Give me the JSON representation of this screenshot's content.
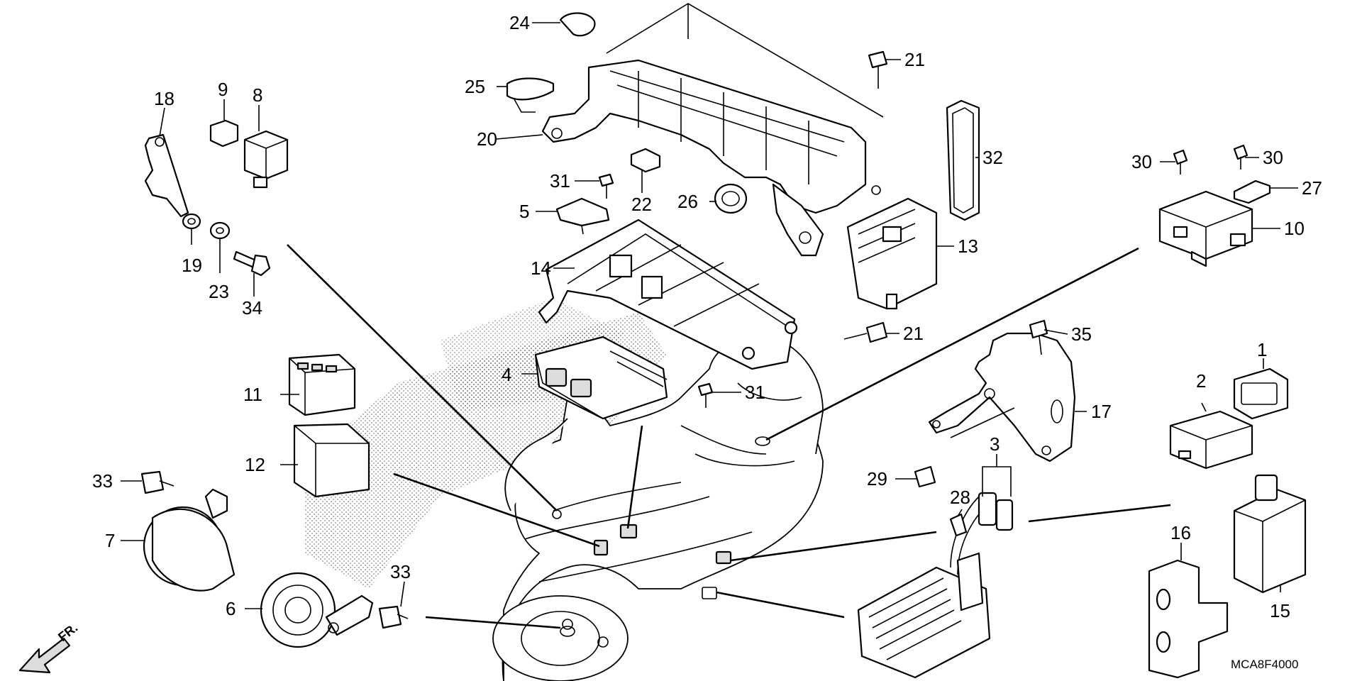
{
  "diagram": {
    "code": "MCA8F4000",
    "front_arrow_label": "FR.",
    "callouts": [
      {
        "id": "c1",
        "text": "1"
      },
      {
        "id": "c2",
        "text": "2"
      },
      {
        "id": "c3",
        "text": "3"
      },
      {
        "id": "c4",
        "text": "4"
      },
      {
        "id": "c5",
        "text": "5"
      },
      {
        "id": "c6",
        "text": "6"
      },
      {
        "id": "c7",
        "text": "7"
      },
      {
        "id": "c8",
        "text": "8"
      },
      {
        "id": "c9",
        "text": "9"
      },
      {
        "id": "c10",
        "text": "10"
      },
      {
        "id": "c11",
        "text": "11"
      },
      {
        "id": "c12",
        "text": "12"
      },
      {
        "id": "c13",
        "text": "13"
      },
      {
        "id": "c14",
        "text": "14"
      },
      {
        "id": "c15",
        "text": "15"
      },
      {
        "id": "c16",
        "text": "16"
      },
      {
        "id": "c17",
        "text": "17"
      },
      {
        "id": "c18",
        "text": "18"
      },
      {
        "id": "c19",
        "text": "19"
      },
      {
        "id": "c20",
        "text": "20"
      },
      {
        "id": "c21a",
        "text": "21"
      },
      {
        "id": "c21b",
        "text": "21"
      },
      {
        "id": "c22",
        "text": "22"
      },
      {
        "id": "c23",
        "text": "23"
      },
      {
        "id": "c24",
        "text": "24"
      },
      {
        "id": "c25",
        "text": "25"
      },
      {
        "id": "c26",
        "text": "26"
      },
      {
        "id": "c27",
        "text": "27"
      },
      {
        "id": "c28",
        "text": "28"
      },
      {
        "id": "c29",
        "text": "29"
      },
      {
        "id": "c30a",
        "text": "30"
      },
      {
        "id": "c30b",
        "text": "30"
      },
      {
        "id": "c31a",
        "text": "31"
      },
      {
        "id": "c31b",
        "text": "31"
      },
      {
        "id": "c32",
        "text": "32"
      },
      {
        "id": "c33a",
        "text": "33"
      },
      {
        "id": "c33b",
        "text": "33"
      },
      {
        "id": "c34",
        "text": "34"
      },
      {
        "id": "c35",
        "text": "35"
      }
    ]
  }
}
